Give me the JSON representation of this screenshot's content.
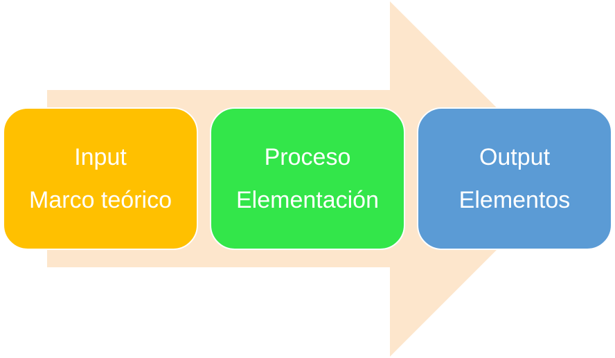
{
  "colors": {
    "arrow": "#FDE6CC",
    "input": "#FFC000",
    "process": "#33E64A",
    "output": "#5B9BD5"
  },
  "steps": [
    {
      "title": "Input",
      "subtitle": "Marco teórico"
    },
    {
      "title": "Proceso",
      "subtitle": "Elementación"
    },
    {
      "title": "Output",
      "subtitle": "Elementos"
    }
  ]
}
